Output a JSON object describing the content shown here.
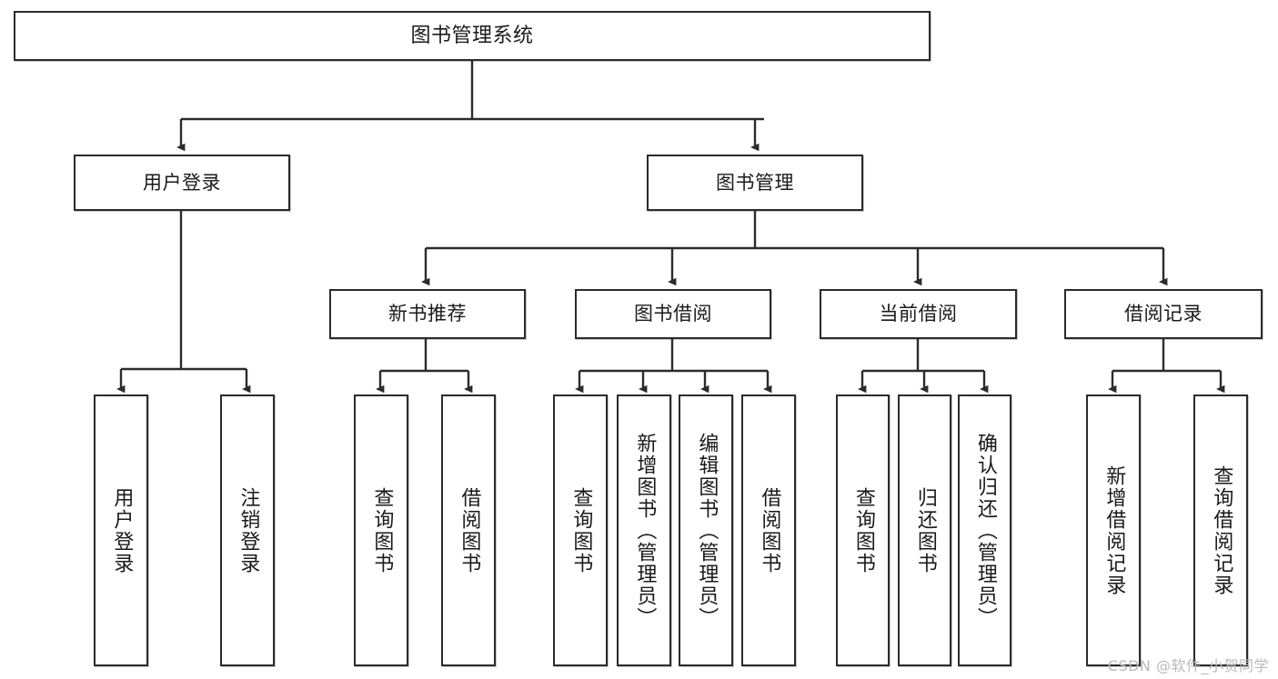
{
  "diagram": {
    "title": "图书管理系统",
    "root": {
      "label": "图书管理系统"
    },
    "level2": [
      {
        "label": "用户登录"
      },
      {
        "label": "图书管理"
      }
    ],
    "level3": [
      {
        "label": "新书推荐"
      },
      {
        "label": "图书借阅"
      },
      {
        "label": "当前借阅"
      },
      {
        "label": "借阅记录"
      }
    ],
    "leaves": [
      {
        "label": "用户登录",
        "parent": "用户登录"
      },
      {
        "label": "注销登录",
        "parent": "用户登录"
      },
      {
        "label": "查询图书",
        "parent": "新书推荐"
      },
      {
        "label": "借阅图书",
        "parent": "新书推荐"
      },
      {
        "label": "查询图书",
        "parent": "图书借阅"
      },
      {
        "label": "新增图书（管理员）",
        "parent": "图书借阅"
      },
      {
        "label": "编辑图书（管理员）",
        "parent": "图书借阅"
      },
      {
        "label": "借阅图书",
        "parent": "图书借阅"
      },
      {
        "label": "查询图书",
        "parent": "当前借阅"
      },
      {
        "label": "归还图书",
        "parent": "当前借阅"
      },
      {
        "label": "确认归还（管理员）",
        "parent": "当前借阅"
      },
      {
        "label": "新增借阅记录",
        "parent": "借阅记录"
      },
      {
        "label": "查询借阅记录",
        "parent": "借阅记录"
      }
    ],
    "watermark": "CSDN @软件_小贺同学",
    "colors": {
      "border": "#2b2b2b",
      "background": "#ffffff",
      "text": "#1a1a1a",
      "connector": "#2b2b2b",
      "watermark": "#b9b9b9"
    }
  }
}
